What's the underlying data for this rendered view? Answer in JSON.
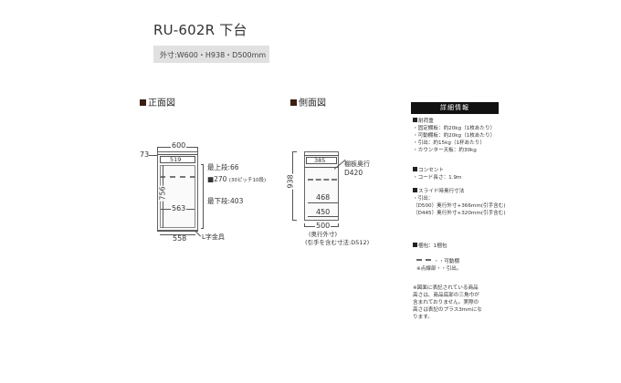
{
  "header": {
    "title": "RU-602R 下台",
    "spec": "外寸:W600・H938・D500mm"
  },
  "front_view": {
    "heading": "正面図",
    "width_dim": "600",
    "top_offset": "73",
    "drawer_dim": "519",
    "height_dim": "756",
    "inner_width": "563",
    "bottom_width": "558",
    "label_top_shelf": "最上段:66",
    "label_pitch": "■270",
    "label_pitch_note": "(30ピッチ10段)",
    "label_bottom_shelf": "最下段:403",
    "label_bracket": "L字金具"
  },
  "side_view": {
    "heading": "側面図",
    "height_dim": "938",
    "drawer_dim": "385",
    "shelf_label": "棚板奥行",
    "shelf_depth": "D420",
    "inner_depth_1": "468",
    "inner_depth_2": "450",
    "depth_dim": "500",
    "depth_note_1": "(奥行外寸)",
    "depth_note_2": "(引手を含む寸法:D512)"
  },
  "details": {
    "title": "詳細情報",
    "load": {
      "heading": "耐荷重",
      "items": [
        "・固定棚板：約20kg（1枚あたり）",
        "・可動棚板：約20kg（1枚あたり）",
        "・引出：約15kg（1杯あたり）",
        "・カウンター天板：約30kg"
      ]
    },
    "outlet": {
      "heading": "コンセント",
      "items": [
        "・コード長さ：1.9m"
      ]
    },
    "slide": {
      "heading": "スライド時奥行寸法",
      "items": [
        "・引出：",
        "（D500）奥行外寸+366mm(引手含む)",
        "（D445）奥行外寸+320mm(引手含む)"
      ]
    },
    "package": {
      "heading": "梱包：1梱包"
    },
    "legend": {
      "dash_label": "・・可動棚",
      "dotted_label": "※点線部・・引出。"
    },
    "note": [
      "※図面に表記されている商品",
      "高さは、商品底部の三角巾が",
      "含まれておりません。実際の",
      "高さは表記のプラス3mmにな",
      "ります。"
    ]
  }
}
